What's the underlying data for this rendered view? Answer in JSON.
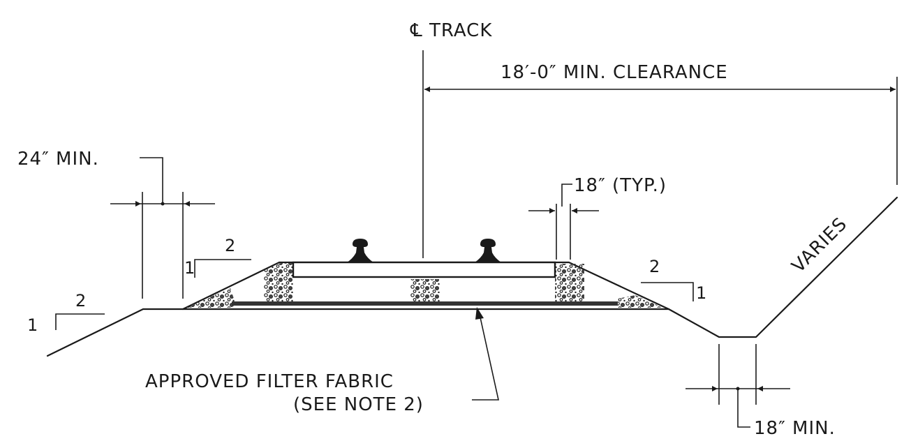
{
  "labels": {
    "centerline": "℄ TRACK",
    "clearance": "18′-0″ MIN. CLEARANCE",
    "shoulder_min": "24″ MIN.",
    "ballast_typ": "18″ (TYP.)",
    "varies": "VARIES",
    "fabric_line1": "APPROVED FILTER FABRIC",
    "fabric_line2": "(SEE NOTE 2)",
    "ditch_min": "18″ MIN."
  },
  "slopes": {
    "left_fill": {
      "rise": "1",
      "run": "2"
    },
    "left_ballast": {
      "rise": "1",
      "run": "2"
    },
    "right_ballast": {
      "rise": "1",
      "run": "2"
    }
  }
}
